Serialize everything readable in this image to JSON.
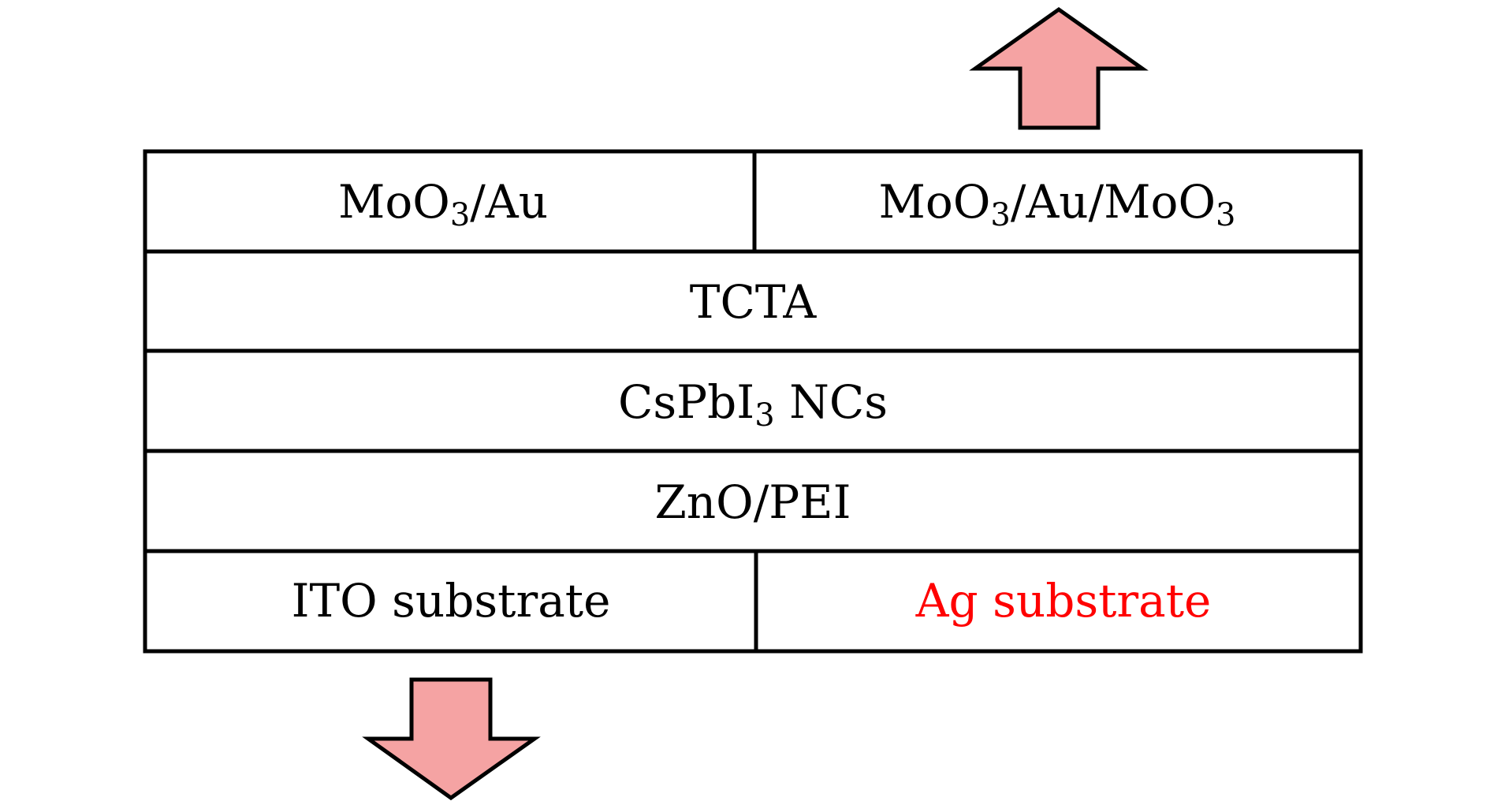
{
  "colors": {
    "arrow_fill": "#f5a3a3",
    "line": "#000000",
    "text": "#000000",
    "highlight_text": "#ff0000"
  },
  "layers": {
    "top_left": {
      "main": "MoO",
      "sub": "3",
      "tail": "/Au"
    },
    "top_right": {
      "main": "MoO",
      "sub": "3",
      "mid": "/Au/MoO",
      "sub2": "3"
    },
    "tcta": "TCTA",
    "nc": {
      "main": "CsPbI",
      "sub": "3",
      "tail": " NCs"
    },
    "etl": "ZnO/PEI",
    "bottom_left": "ITO substrate",
    "bottom_right": "Ag substrate"
  },
  "arrows": {
    "top": {
      "direction": "up"
    },
    "bottom": {
      "direction": "down"
    }
  }
}
